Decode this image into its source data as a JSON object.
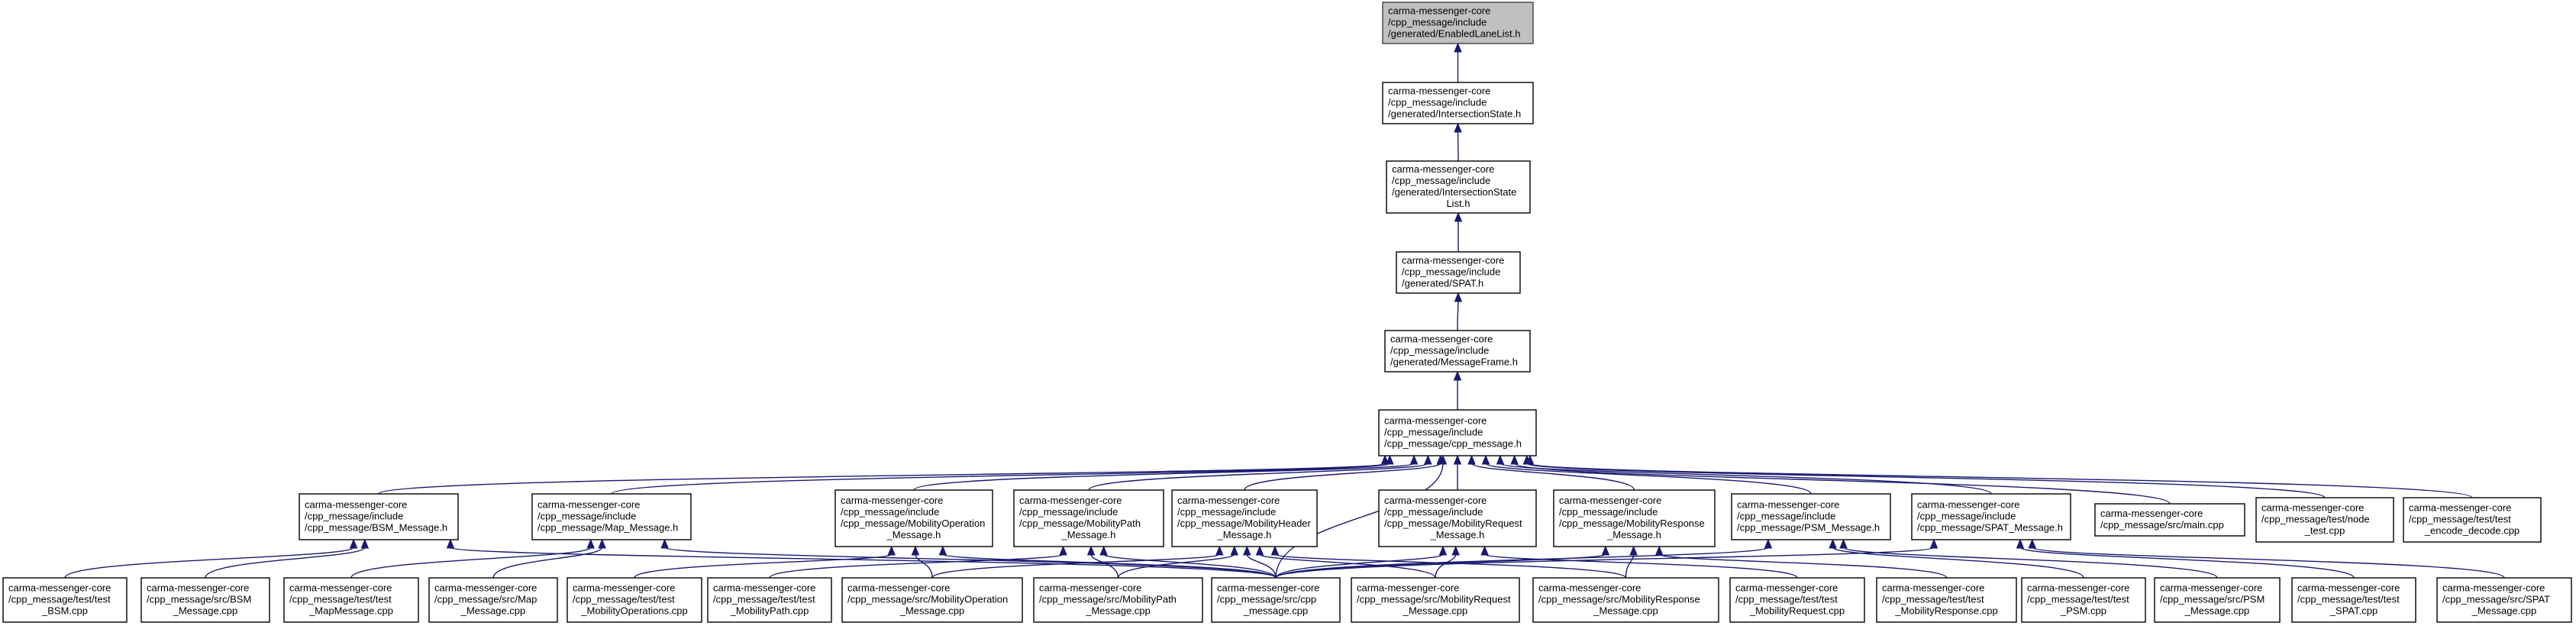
{
  "nodes": [
    {
      "id": "n_enabledlane",
      "name": "node-enabledlanelist-h",
      "lines": [
        "carma-messenger-core",
        "/cpp_message/include",
        "/generated/EnabledLaneList.h"
      ],
      "root": true
    },
    {
      "id": "n_intersectionstate",
      "name": "node-intersectionstate-h",
      "lines": [
        "carma-messenger-core",
        "/cpp_message/include",
        "/generated/IntersectionState.h"
      ]
    },
    {
      "id": "n_intersectionstatelist",
      "name": "node-intersectionstatelist-h",
      "lines": [
        "carma-messenger-core",
        "/cpp_message/include",
        "/generated/IntersectionState",
        "List.h"
      ]
    },
    {
      "id": "n_spat",
      "name": "node-spat-h",
      "lines": [
        "carma-messenger-core",
        "/cpp_message/include",
        "/generated/SPAT.h"
      ]
    },
    {
      "id": "n_messageframe",
      "name": "node-messageframe-h",
      "lines": [
        "carma-messenger-core",
        "/cpp_message/include",
        "/generated/MessageFrame.h"
      ]
    },
    {
      "id": "n_cppmessage_h",
      "name": "node-cpp-message-h",
      "lines": [
        "carma-messenger-core",
        "/cpp_message/include",
        "/cpp_message/cpp_message.h"
      ]
    },
    {
      "id": "n_bsm_h",
      "name": "node-bsm-message-h",
      "lines": [
        "carma-messenger-core",
        "/cpp_message/include",
        "/cpp_message/BSM_Message.h"
      ]
    },
    {
      "id": "n_map_h",
      "name": "node-map-message-h",
      "lines": [
        "carma-messenger-core",
        "/cpp_message/include",
        "/cpp_message/Map_Message.h"
      ]
    },
    {
      "id": "n_mobop_h",
      "name": "node-mobilityoperation-message-h",
      "lines": [
        "carma-messenger-core",
        "/cpp_message/include",
        "/cpp_message/MobilityOperation",
        "_Message.h"
      ]
    },
    {
      "id": "n_mobpath_h",
      "name": "node-mobilitypath-message-h",
      "lines": [
        "carma-messenger-core",
        "/cpp_message/include",
        "/cpp_message/MobilityPath",
        "_Message.h"
      ]
    },
    {
      "id": "n_mobheader_h",
      "name": "node-mobilityheader-message-h",
      "lines": [
        "carma-messenger-core",
        "/cpp_message/include",
        "/cpp_message/MobilityHeader",
        "_Message.h"
      ]
    },
    {
      "id": "n_mobreq_h",
      "name": "node-mobilityrequest-message-h",
      "lines": [
        "carma-messenger-core",
        "/cpp_message/include",
        "/cpp_message/MobilityRequest",
        "_Message.h"
      ]
    },
    {
      "id": "n_mobresp_h",
      "name": "node-mobilityresponse-message-h",
      "lines": [
        "carma-messenger-core",
        "/cpp_message/include",
        "/cpp_message/MobilityResponse",
        "_Message.h"
      ]
    },
    {
      "id": "n_psm_h",
      "name": "node-psm-message-h",
      "lines": [
        "carma-messenger-core",
        "/cpp_message/include",
        "/cpp_message/PSM_Message.h"
      ]
    },
    {
      "id": "n_spatmsg_h",
      "name": "node-spat-message-h",
      "lines": [
        "carma-messenger-core",
        "/cpp_message/include",
        "/cpp_message/SPAT_Message.h"
      ]
    },
    {
      "id": "n_main_cpp",
      "name": "node-main-cpp",
      "lines": [
        "carma-messenger-core",
        "/cpp_message/src/main.cpp"
      ]
    },
    {
      "id": "n_node_test",
      "name": "node-node-test-cpp",
      "lines": [
        "carma-messenger-core",
        "/cpp_message/test/node",
        "_test.cpp"
      ]
    },
    {
      "id": "n_encdec_test",
      "name": "node-test-encode-decode-cpp",
      "lines": [
        "carma-messenger-core",
        "/cpp_message/test/test",
        "_encode_decode.cpp"
      ]
    },
    {
      "id": "n_test_bsm",
      "name": "node-test-bsm-cpp",
      "lines": [
        "carma-messenger-core",
        "/cpp_message/test/test",
        "_BSM.cpp"
      ]
    },
    {
      "id": "n_src_bsm",
      "name": "node-src-bsm-message-cpp",
      "lines": [
        "carma-messenger-core",
        "/cpp_message/src/BSM",
        "_Message.cpp"
      ]
    },
    {
      "id": "n_test_map",
      "name": "node-test-mapmessage-cpp",
      "lines": [
        "carma-messenger-core",
        "/cpp_message/test/test",
        "_MapMessage.cpp"
      ]
    },
    {
      "id": "n_src_map",
      "name": "node-src-map-message-cpp",
      "lines": [
        "carma-messenger-core",
        "/cpp_message/src/Map",
        "_Message.cpp"
      ]
    },
    {
      "id": "n_test_mobops",
      "name": "node-test-mobilityoperations-cpp",
      "lines": [
        "carma-messenger-core",
        "/cpp_message/test/test",
        "_MobilityOperations.cpp"
      ]
    },
    {
      "id": "n_test_mobpath",
      "name": "node-test-mobilitypath-cpp",
      "lines": [
        "carma-messenger-core",
        "/cpp_message/test/test",
        "_MobilityPath.cpp"
      ]
    },
    {
      "id": "n_src_mobop",
      "name": "node-src-mobilityoperation-message-cpp",
      "lines": [
        "carma-messenger-core",
        "/cpp_message/src/MobilityOperation",
        "_Message.cpp"
      ]
    },
    {
      "id": "n_src_mobpath",
      "name": "node-src-mobilitypath-message-cpp",
      "lines": [
        "carma-messenger-core",
        "/cpp_message/src/MobilityPath",
        "_Message.cpp"
      ]
    },
    {
      "id": "n_src_cpp",
      "name": "node-src-cpp-message-cpp",
      "lines": [
        "carma-messenger-core",
        "/cpp_message/src/cpp",
        "_message.cpp"
      ]
    },
    {
      "id": "n_src_mobreq",
      "name": "node-src-mobilityrequest-message-cpp",
      "lines": [
        "carma-messenger-core",
        "/cpp_message/src/MobilityRequest",
        "_Message.cpp"
      ]
    },
    {
      "id": "n_src_mobresp",
      "name": "node-src-mobilityresponse-message-cpp",
      "lines": [
        "carma-messenger-core",
        "/cpp_message/src/MobilityResponse",
        "_Message.cpp"
      ]
    },
    {
      "id": "n_test_mobreq",
      "name": "node-test-mobilityrequest-cpp",
      "lines": [
        "carma-messenger-core",
        "/cpp_message/test/test",
        "_MobilityRequest.cpp"
      ]
    },
    {
      "id": "n_test_mobresp",
      "name": "node-test-mobilityresponse-cpp",
      "lines": [
        "carma-messenger-core",
        "/cpp_message/test/test",
        "_MobilityResponse.cpp"
      ]
    },
    {
      "id": "n_test_psm",
      "name": "node-test-psm-cpp",
      "lines": [
        "carma-messenger-core",
        "/cpp_message/test/test",
        "_PSM.cpp"
      ]
    },
    {
      "id": "n_src_psm",
      "name": "node-src-psm-message-cpp",
      "lines": [
        "carma-messenger-core",
        "/cpp_message/src/PSM",
        "_Message.cpp"
      ]
    },
    {
      "id": "n_test_spat",
      "name": "node-test-spat-cpp",
      "lines": [
        "carma-messenger-core",
        "/cpp_message/test/test",
        "_SPAT.cpp"
      ]
    },
    {
      "id": "n_src_spat",
      "name": "node-src-spat-message-cpp",
      "lines": [
        "carma-messenger-core",
        "/cpp_message/src/SPAT",
        "_Message.cpp"
      ]
    }
  ],
  "edges": [
    [
      "n_intersectionstate",
      "n_enabledlane"
    ],
    [
      "n_intersectionstatelist",
      "n_intersectionstate"
    ],
    [
      "n_spat",
      "n_intersectionstatelist"
    ],
    [
      "n_messageframe",
      "n_spat"
    ],
    [
      "n_cppmessage_h",
      "n_messageframe"
    ],
    [
      "n_bsm_h",
      "n_cppmessage_h"
    ],
    [
      "n_map_h",
      "n_cppmessage_h"
    ],
    [
      "n_mobop_h",
      "n_cppmessage_h"
    ],
    [
      "n_mobpath_h",
      "n_cppmessage_h"
    ],
    [
      "n_mobheader_h",
      "n_cppmessage_h"
    ],
    [
      "n_mobreq_h",
      "n_cppmessage_h"
    ],
    [
      "n_mobresp_h",
      "n_cppmessage_h"
    ],
    [
      "n_psm_h",
      "n_cppmessage_h"
    ],
    [
      "n_spatmsg_h",
      "n_cppmessage_h"
    ],
    [
      "n_main_cpp",
      "n_cppmessage_h"
    ],
    [
      "n_node_test",
      "n_cppmessage_h"
    ],
    [
      "n_encdec_test",
      "n_cppmessage_h"
    ],
    [
      "n_src_cpp",
      "n_cppmessage_h"
    ],
    [
      "n_test_bsm",
      "n_bsm_h"
    ],
    [
      "n_src_bsm",
      "n_bsm_h"
    ],
    [
      "n_src_cpp",
      "n_bsm_h"
    ],
    [
      "n_test_map",
      "n_map_h"
    ],
    [
      "n_src_map",
      "n_map_h"
    ],
    [
      "n_src_cpp",
      "n_map_h"
    ],
    [
      "n_test_mobops",
      "n_mobop_h"
    ],
    [
      "n_src_mobop",
      "n_mobop_h"
    ],
    [
      "n_src_cpp",
      "n_mobop_h"
    ],
    [
      "n_test_mobpath",
      "n_mobpath_h"
    ],
    [
      "n_src_mobpath",
      "n_mobpath_h"
    ],
    [
      "n_src_cpp",
      "n_mobpath_h"
    ],
    [
      "n_src_mobop",
      "n_mobheader_h"
    ],
    [
      "n_src_mobpath",
      "n_mobheader_h"
    ],
    [
      "n_src_cpp",
      "n_mobheader_h"
    ],
    [
      "n_src_mobreq",
      "n_mobheader_h"
    ],
    [
      "n_src_mobresp",
      "n_mobheader_h"
    ],
    [
      "n_src_cpp",
      "n_mobreq_h"
    ],
    [
      "n_src_mobreq",
      "n_mobreq_h"
    ],
    [
      "n_test_mobreq",
      "n_mobreq_h"
    ],
    [
      "n_src_cpp",
      "n_mobresp_h"
    ],
    [
      "n_src_mobresp",
      "n_mobresp_h"
    ],
    [
      "n_test_mobresp",
      "n_mobresp_h"
    ],
    [
      "n_src_cpp",
      "n_psm_h"
    ],
    [
      "n_test_psm",
      "n_psm_h"
    ],
    [
      "n_src_psm",
      "n_psm_h"
    ],
    [
      "n_src_cpp",
      "n_spatmsg_h"
    ],
    [
      "n_test_spat",
      "n_spatmsg_h"
    ],
    [
      "n_src_spat",
      "n_spatmsg_h"
    ]
  ]
}
